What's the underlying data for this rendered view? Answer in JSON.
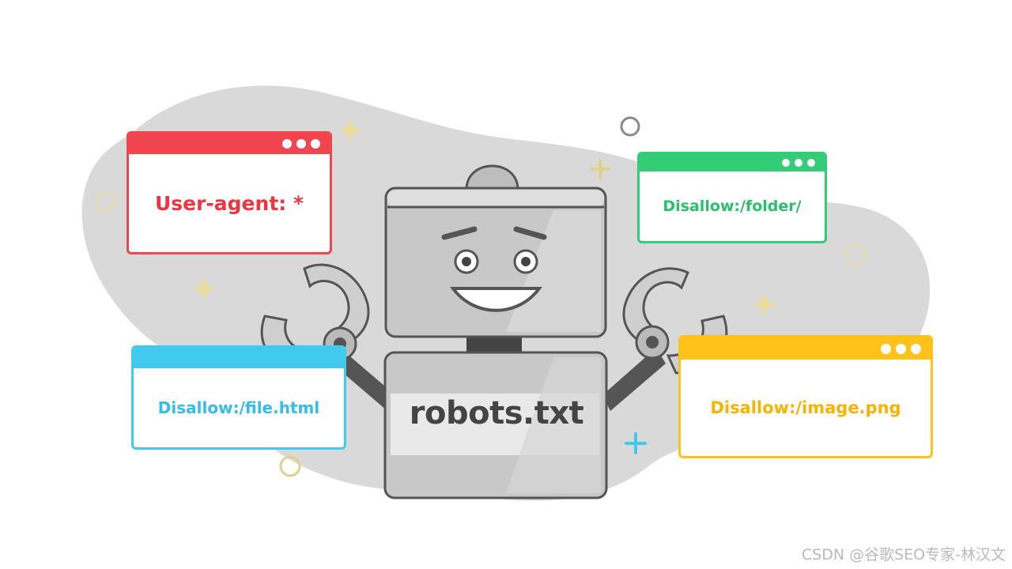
{
  "windows": {
    "red": {
      "text": "User-agent: *",
      "color": "#f0444f"
    },
    "green": {
      "text": "Disallow:/folder/",
      "color": "#33cc77"
    },
    "blue": {
      "text": "Disallow:/file.html",
      "color": "#42c9ee"
    },
    "yellow": {
      "text": "Disallow:/image.png",
      "color": "#ffc21a"
    }
  },
  "robot": {
    "label": "robots.txt"
  },
  "watermark": "CSDN @谷歌SEO专家-林汉文",
  "icons": [
    "sparkle-icon",
    "ring-icon",
    "plus-icon",
    "robot-illustration"
  ]
}
